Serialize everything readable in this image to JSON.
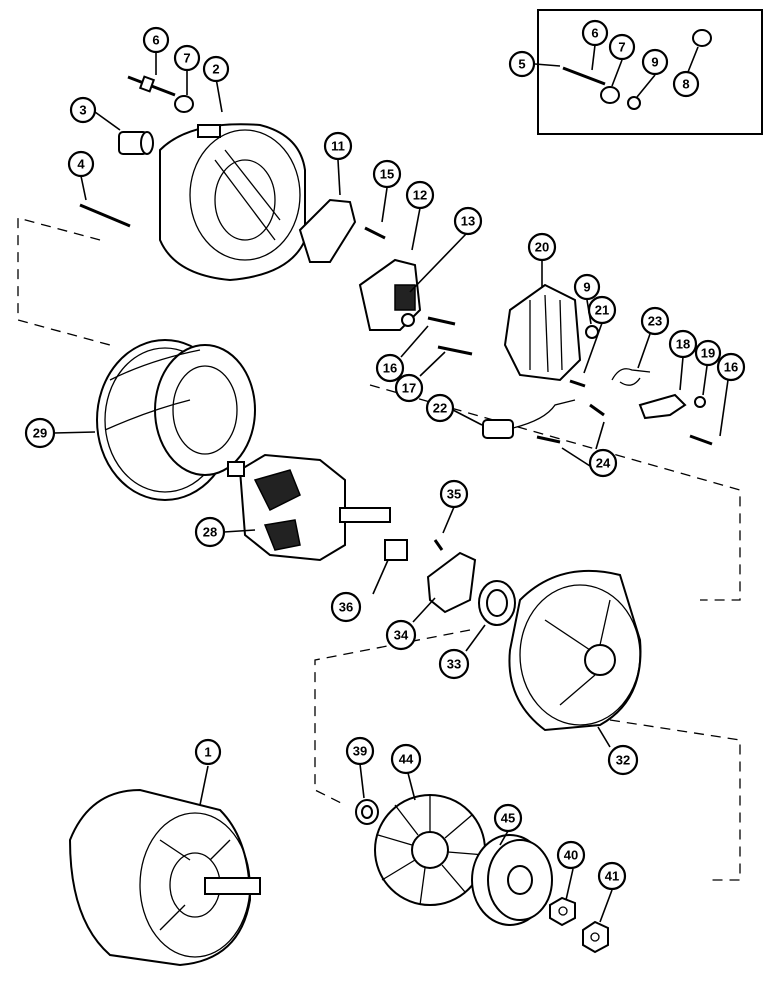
{
  "callouts": {
    "c1": "1",
    "c2": "2",
    "c3": "3",
    "c4": "4",
    "c5": "5",
    "c6a": "6",
    "c6b": "6",
    "c7a": "7",
    "c7b": "7",
    "c8": "8",
    "c9a": "9",
    "c9b": "9",
    "c11": "11",
    "c12": "12",
    "c13": "13",
    "c15": "15",
    "c16a": "16",
    "c16b": "16",
    "c17": "17",
    "c18": "18",
    "c19": "19",
    "c20": "20",
    "c21": "21",
    "c22": "22",
    "c23": "23",
    "c24": "24",
    "c28": "28",
    "c29": "29",
    "c32": "32",
    "c33": "33",
    "c34": "34",
    "c35": "35",
    "c36": "36",
    "c39": "39",
    "c40": "40",
    "c41": "41",
    "c44": "44",
    "c45": "45"
  }
}
